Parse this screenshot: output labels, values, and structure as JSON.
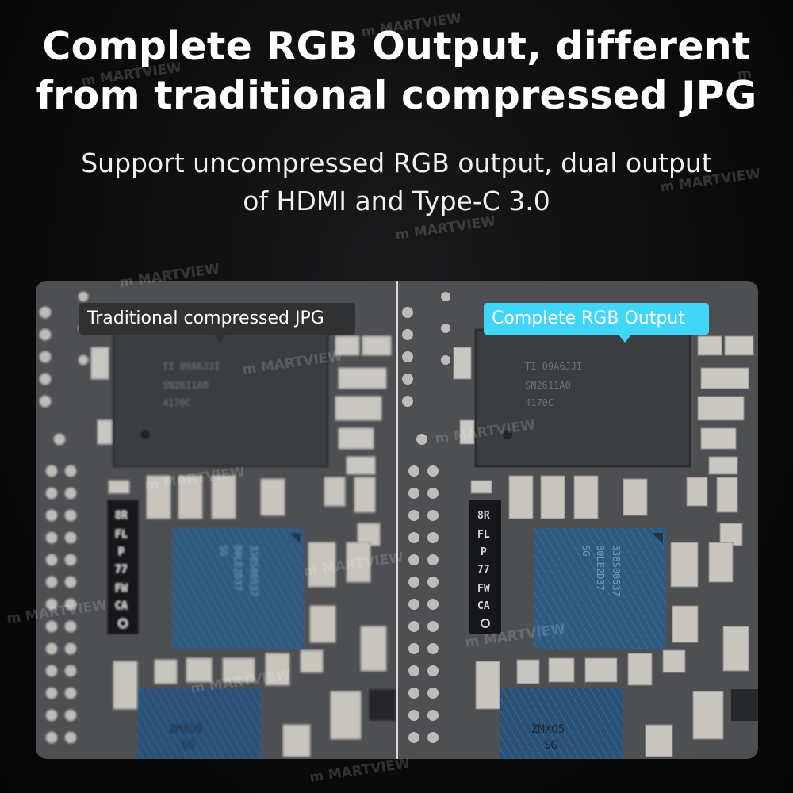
{
  "headline": {
    "line1": "Complete RGB Output, different",
    "line2": "from traditional compressed JPG"
  },
  "subheadline": {
    "line1": "Support uncompressed RGB output, dual output",
    "line2": "of HDMI and Type-C 3.0"
  },
  "comparison": {
    "left_label": "Traditional compressed JPG",
    "right_label": "Complete RGB Output",
    "left_label_color": "#303133",
    "right_label_color": "#3fd6f7",
    "chip_markings": {
      "main_chip": [
        "TI 09A6JJI",
        "SN2611A0",
        "4170C"
      ],
      "side_label": [
        "CA",
        "FW",
        "77",
        "P",
        "FL",
        "8R"
      ],
      "blue_chip": [
        "338S00537",
        "B0LE2D37",
        "SG"
      ],
      "bottom_chip": [
        "ZMXO5",
        "SG"
      ]
    }
  },
  "watermark": {
    "brand": "MARTVIEW",
    "logo_letter": "m"
  }
}
